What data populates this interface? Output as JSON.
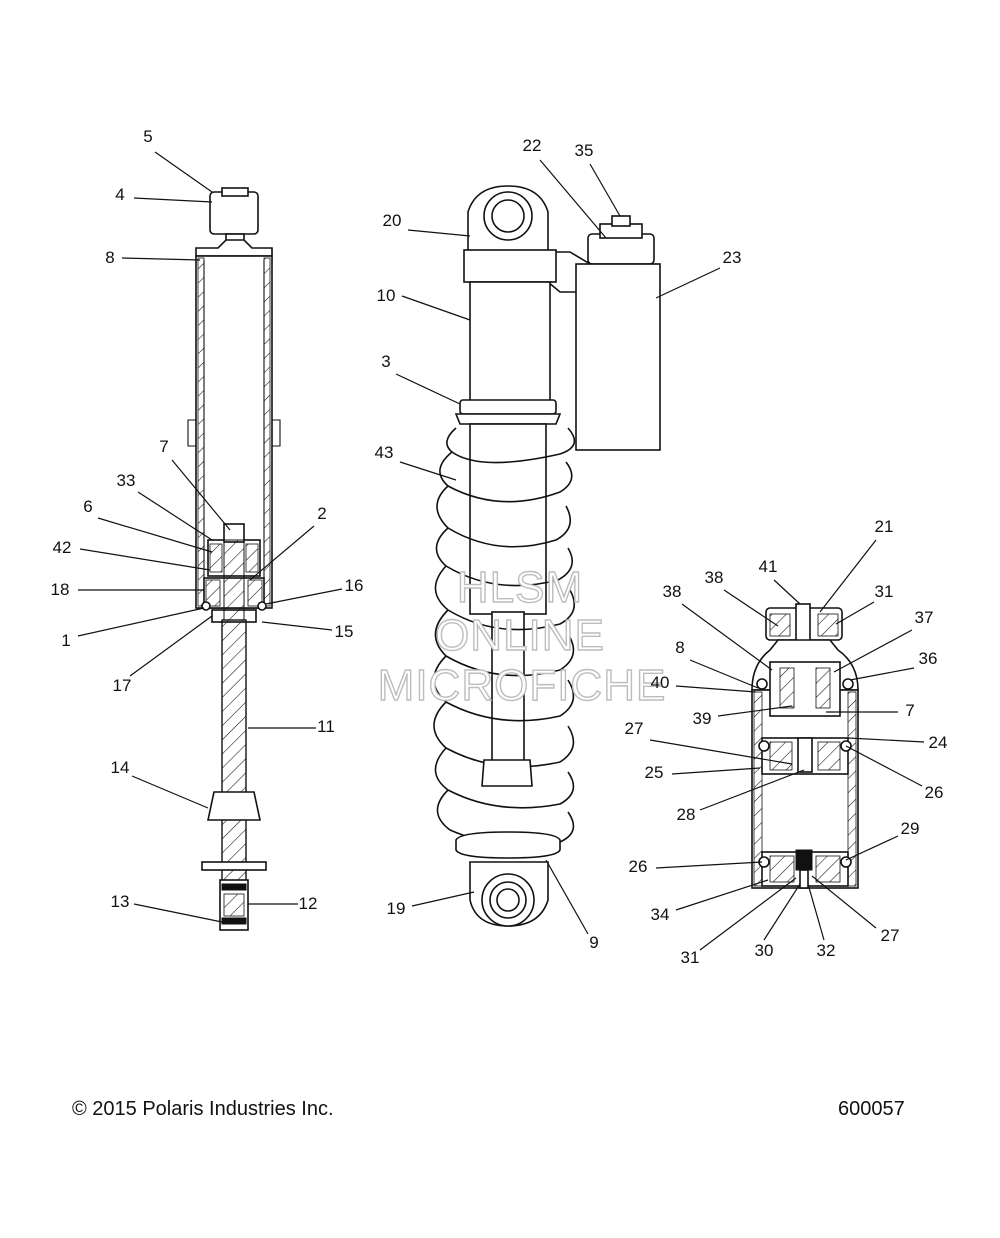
{
  "diagram": {
    "left_view_callouts": [
      "5",
      "4",
      "8",
      "7",
      "33",
      "6",
      "42",
      "18",
      "1",
      "17",
      "2",
      "16",
      "15",
      "11",
      "14",
      "13",
      "12"
    ],
    "center_view_callouts": [
      "22",
      "35",
      "20",
      "23",
      "10",
      "3",
      "43",
      "19",
      "9"
    ],
    "right_view_callouts": [
      "21",
      "41",
      "38",
      "31",
      "38",
      "37",
      "8",
      "36",
      "40",
      "39",
      "7",
      "27",
      "24",
      "25",
      "26",
      "28",
      "29",
      "26",
      "34",
      "31",
      "30",
      "32",
      "27"
    ]
  },
  "watermark": {
    "line1": "HLSM",
    "line2": "ONLINE",
    "line3": "MICROFICHE"
  },
  "footer": {
    "copyright": "© 2015 Polaris Industries Inc.",
    "figure_number": "600057"
  }
}
